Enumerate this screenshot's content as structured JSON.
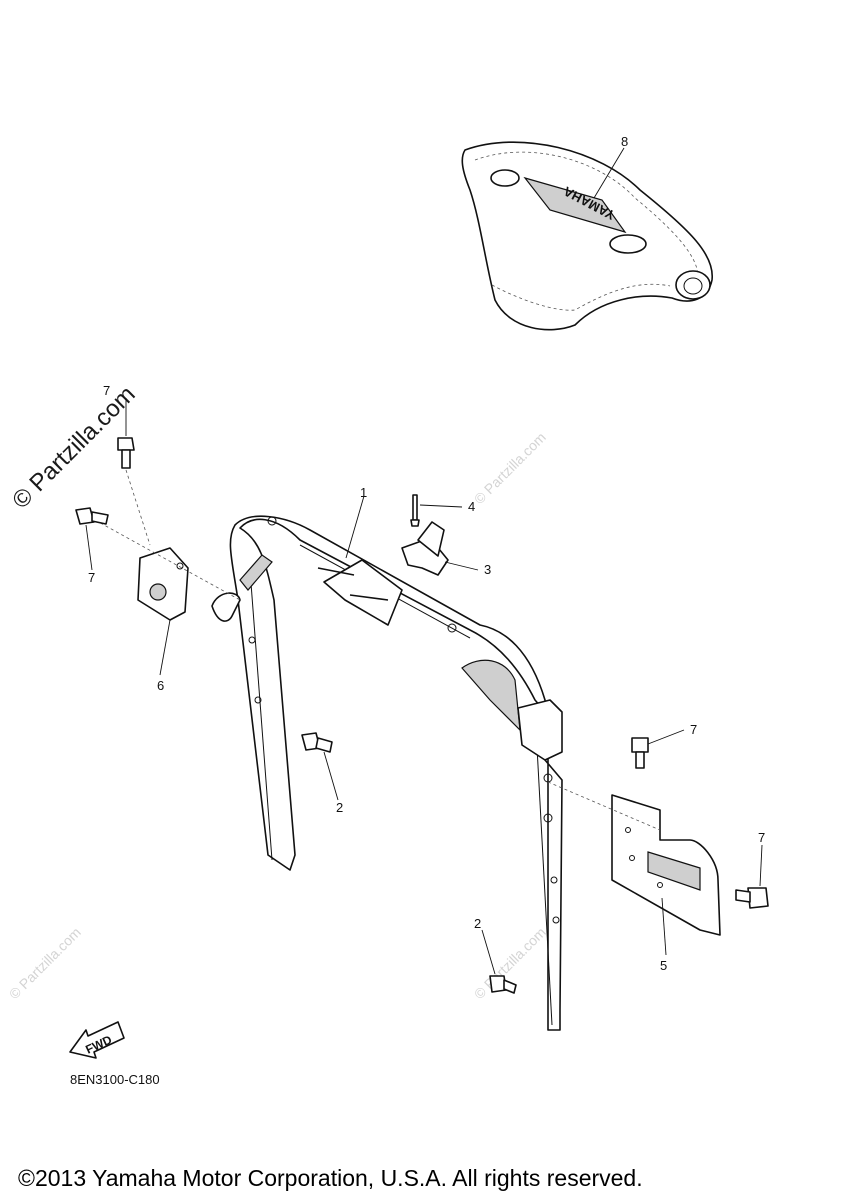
{
  "callouts": {
    "c1": "1",
    "c2a": "2",
    "c2b": "2",
    "c3": "3",
    "c4": "4",
    "c5": "5",
    "c6": "6",
    "c7a": "7",
    "c7b": "7",
    "c7c": "7",
    "c7d": "7",
    "c8": "8"
  },
  "grip_brand": "YAMAHA",
  "fwd_label": "FWD",
  "diagram_code": "8EN3100-C180",
  "copyright": "©2013 Yamaha Motor Corporation, U.S.A. All rights reserved.",
  "watermark_main": "© Partzilla.com",
  "watermark_faint": "© Partzilla.com"
}
